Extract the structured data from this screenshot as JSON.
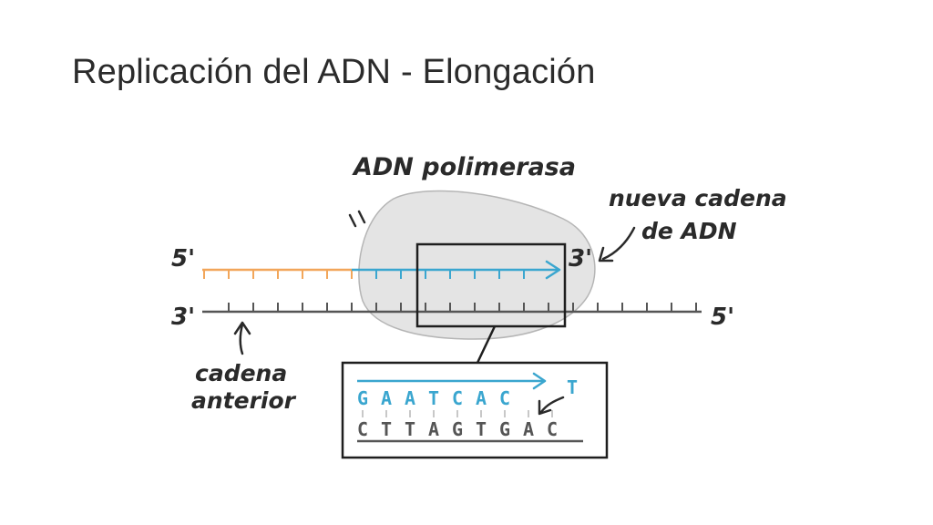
{
  "title": "Replicación del ADN - Elongación",
  "diagram": {
    "labels": {
      "polymerase": "ADN polimerasa",
      "new_strand": "nueva cadena",
      "new_strand_2": "de ADN",
      "old_strand": "cadena",
      "old_strand_2": "anterior",
      "top_5": "5'",
      "top_3": "3'",
      "bottom_3": "3'",
      "bottom_5": "5'"
    },
    "inset": {
      "new_bases": [
        "G",
        "A",
        "A",
        "T",
        "C",
        "A",
        "C"
      ],
      "incoming_base": "T",
      "template_bases": [
        "C",
        "T",
        "T",
        "A",
        "G",
        "T",
        "G",
        "A",
        "C"
      ]
    },
    "colors": {
      "primer": "#f2a65a",
      "new_strand": "#3aa6cf",
      "template": "#555555",
      "polymerase": "#e4e4e4",
      "ink": "#2a2a2a"
    }
  }
}
